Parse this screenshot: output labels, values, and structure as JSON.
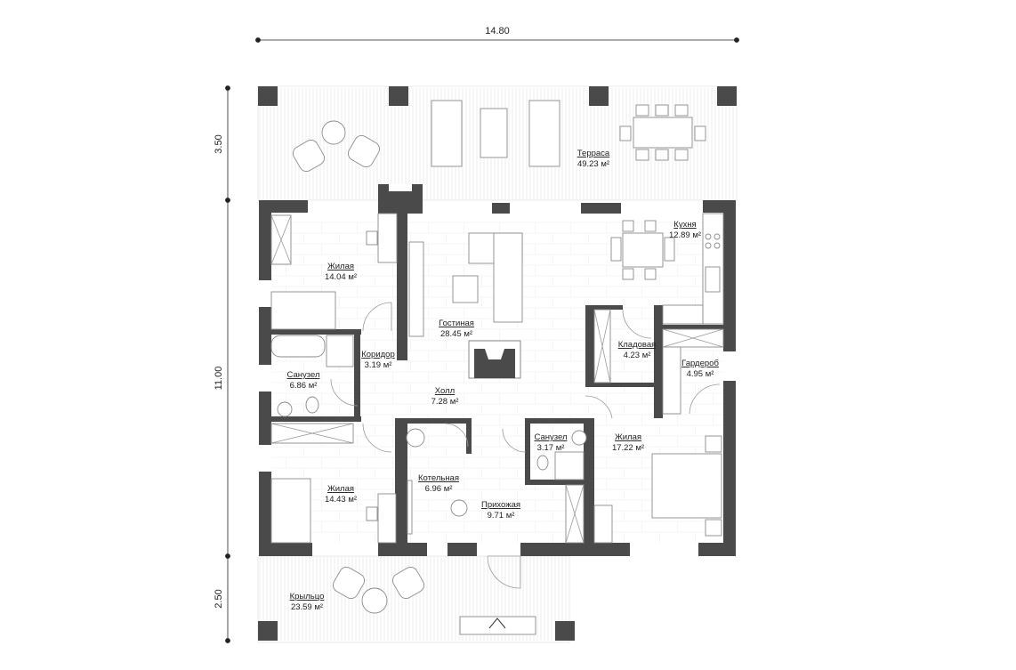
{
  "dimensions": {
    "width": "14.80",
    "terrace_depth": "3.50",
    "house_depth": "11.00",
    "porch_depth": "2.50"
  },
  "rooms": [
    {
      "name": "Терраса",
      "area": "49.23 м²"
    },
    {
      "name": "Кухня",
      "area": "12.89 м²"
    },
    {
      "name": "Жилая",
      "area": "14.04 м²"
    },
    {
      "name": "Гостиная",
      "area": "28.45 м²"
    },
    {
      "name": "Кладовая",
      "area": "4.23 м²"
    },
    {
      "name": "Гардероб",
      "area": "4.95 м²"
    },
    {
      "name": "Коридор",
      "area": "3.19 м²"
    },
    {
      "name": "Санузел",
      "area": "6.86 м²"
    },
    {
      "name": "Холл",
      "area": "7.28 м²"
    },
    {
      "name": "Санузел",
      "area": "3.17 м²"
    },
    {
      "name": "Жилая",
      "area": "17.22 м²"
    },
    {
      "name": "Котельная",
      "area": "6.96 м²"
    },
    {
      "name": "Жилая",
      "area": "14.43 м²"
    },
    {
      "name": "Прихожая",
      "area": "9.71 м²"
    },
    {
      "name": "Крыльцо",
      "area": "23.59 м²"
    }
  ],
  "colors": {
    "wall": "#4a4a4a",
    "furniture": "#8a8a8a"
  }
}
